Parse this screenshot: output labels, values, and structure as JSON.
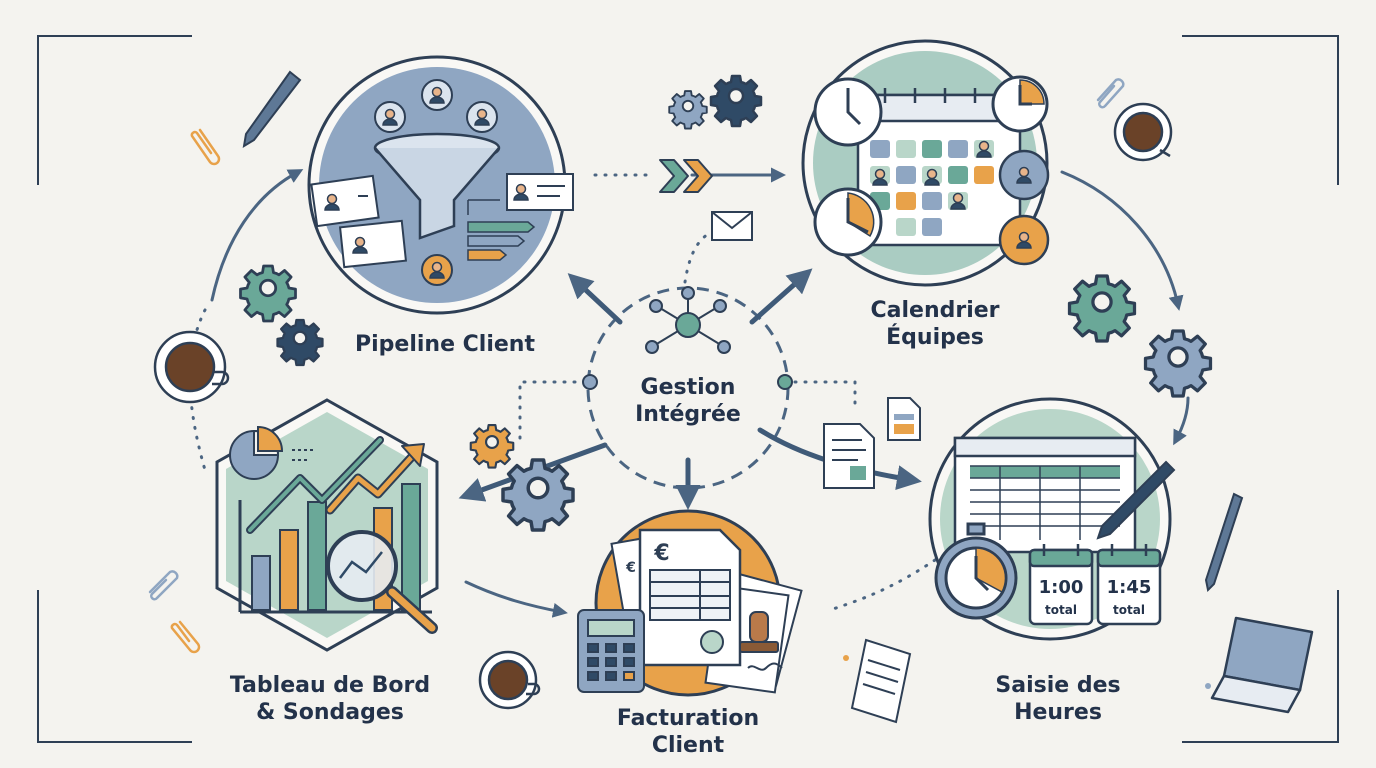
{
  "diagram": {
    "center": {
      "line1": "Gestion",
      "line2": "Intégrée"
    },
    "modules": {
      "pipeline": {
        "line1": "Pipeline Client"
      },
      "calendar": {
        "line1": "Calendrier",
        "line2": "Équipes"
      },
      "dashboard": {
        "line1": "Tableau de Bord",
        "line2": "& Sondages"
      },
      "billing": {
        "line1": "Facturation",
        "line2": "Client"
      },
      "hours": {
        "line1": "Saisie des",
        "line2": "Heures"
      }
    },
    "time_cards": [
      {
        "time": "1:00",
        "caption": "total"
      },
      {
        "time": "1:45",
        "caption": "total"
      }
    ],
    "currency_symbol": "€"
  },
  "colors": {
    "navy": "#2f4a66",
    "slate_blue": "#8fa6c2",
    "teal": "#6aa898",
    "sage": "#b9d6c9",
    "orange": "#e8a24a",
    "outline": "#2e3f55",
    "background": "#f4f3ef"
  }
}
